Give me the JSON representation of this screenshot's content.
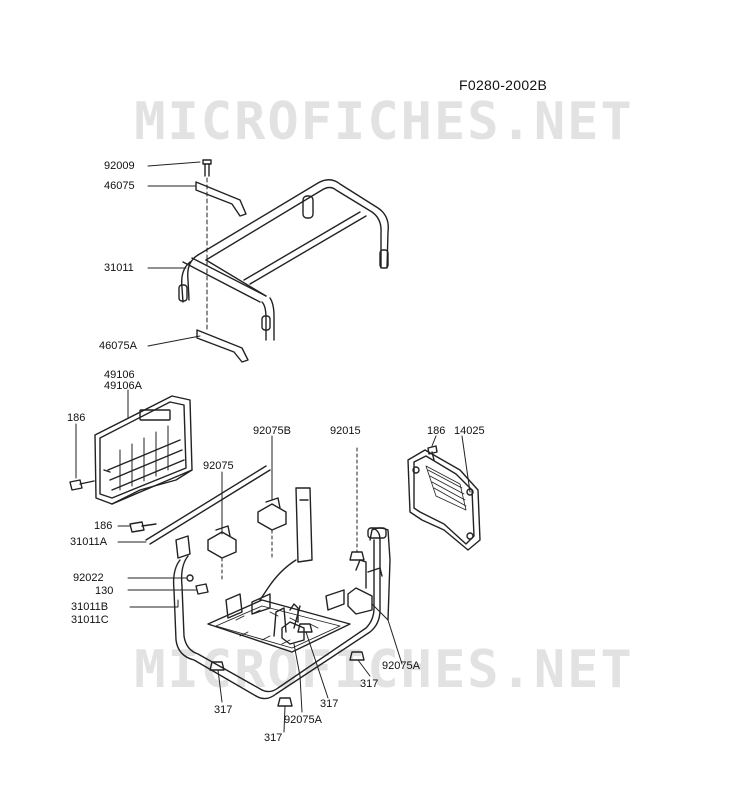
{
  "diagram_code": "F0280-2002B",
  "watermark_text": "MICROFICHES.NET",
  "part_numbers": {
    "p92009": "92009",
    "p46075": "46075",
    "p31011": "31011",
    "p46075A": "46075A",
    "p49106": "49106",
    "p49106A": "49106A",
    "p186_left": "186",
    "p92075B": "92075B",
    "p92015": "92015",
    "p186_right": "186",
    "p14025": "14025",
    "p92075": "92075",
    "p186_mid": "186",
    "p31011A": "31011A",
    "p92022": "92022",
    "p130": "130",
    "p31011B": "31011B",
    "p31011C": "31011C",
    "p92075A_right": "92075A",
    "p317_right": "317",
    "p317_mid": "317",
    "p317_left": "317",
    "p92075A_bottom": "92075A",
    "p317_bottom": "317"
  }
}
